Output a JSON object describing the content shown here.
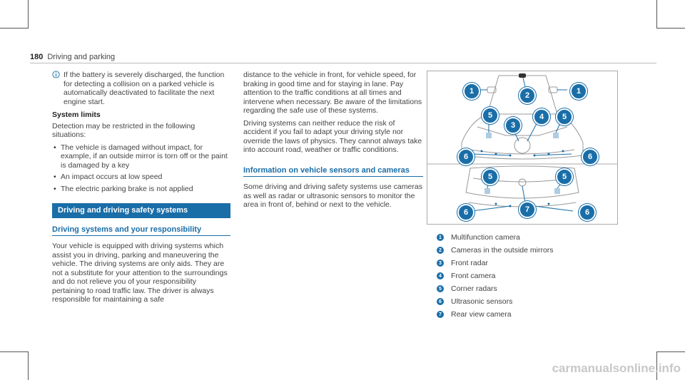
{
  "header": {
    "page_number": "180",
    "section": "Driving and parking"
  },
  "left": {
    "note": "If the battery is severely discharged, the function for detecting a collision on a parked vehicle is automatically deactivated to facilitate the next engine start.",
    "system_limits_heading": "System limits",
    "system_limits_intro": "Detection may be restricted in the following situations:",
    "bullets": [
      "The vehicle is damaged without impact, for example, if an outside mirror is torn off or the paint is damaged by a key",
      "An impact occurs at low speed",
      "The electric parking brake is not applied"
    ],
    "banner": "Driving and driving safety systems",
    "subheading": "Driving systems and your responsibility",
    "body": "Your vehicle is equipped with driving systems which assist you in driving, parking and maneuvering the vehicle. The driving systems are only aids. They are not a substitute for your attention to the surroundings and do not relieve you of your responsibility pertaining to road traffic law. The driver is always responsible for maintaining a safe"
  },
  "middle": {
    "para1": "distance to the vehicle in front, for vehicle speed, for braking in good time and for staying in lane. Pay attention to the traffic conditions at all times and intervene when necessary. Be aware of the limitations regarding the safe use of these systems.",
    "para2": "Driving systems can neither reduce the risk of accident if you fail to adapt your driving style nor override the laws of physics. They cannot always take into account road, weather or traffic conditions.",
    "subheading": "Information on vehicle sensors and cameras",
    "para3": "Some driving and driving safety systems use cameras as well as radar or ultrasonic sensors to monitor the area in front of, behind or next to the vehicle."
  },
  "figure": {
    "top_callouts": [
      "1",
      "2",
      "1",
      "5",
      "4",
      "5",
      "3",
      "6",
      "6"
    ],
    "bottom_callouts": [
      "5",
      "5",
      "6",
      "7",
      "6"
    ]
  },
  "legend": [
    {
      "num": "1",
      "text": "Multifunction camera"
    },
    {
      "num": "2",
      "text": "Cameras in the outside mirrors"
    },
    {
      "num": "3",
      "text": "Front radar"
    },
    {
      "num": "4",
      "text": "Front camera"
    },
    {
      "num": "5",
      "text": "Corner radars"
    },
    {
      "num": "6",
      "text": "Ultrasonic sensors"
    },
    {
      "num": "7",
      "text": "Rear view camera"
    }
  ],
  "watermark": "carmanualsonline.info",
  "colors": {
    "accent": "#1a6ea8"
  }
}
